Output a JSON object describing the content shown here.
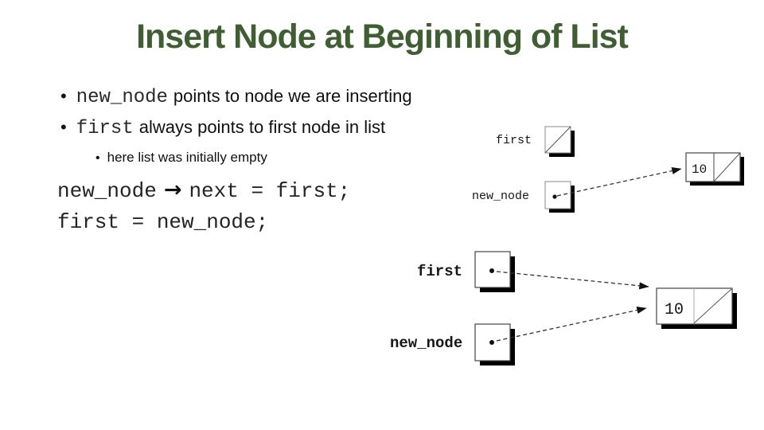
{
  "slide": {
    "title": "Insert Node at Beginning of List",
    "bullets": [
      {
        "mono": "new_node",
        "text": "points to node we are inserting"
      },
      {
        "mono": "first",
        "text": "always points to first node in list"
      }
    ],
    "sub_bullet": "here list was initially empty",
    "code": {
      "line1": {
        "lhs": "new_node",
        "arrow": "→",
        "rhs": "next = first;"
      },
      "line2": "first = new_node;"
    },
    "colors": {
      "title_green": "#3f5f33",
      "body_text": "#161616",
      "diagram_ink": "#111111"
    }
  },
  "diagram_before": {
    "first_label": "first",
    "new_node_label": "new_node",
    "node_value": "10"
  },
  "diagram_after": {
    "first_label": "first",
    "new_node_label": "new_node",
    "node_value": "10"
  }
}
